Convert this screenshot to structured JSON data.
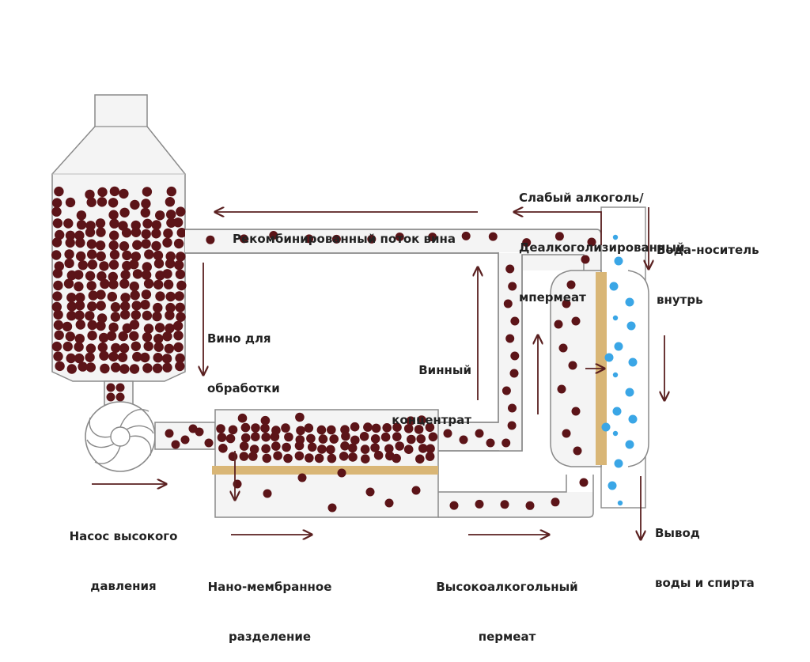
{
  "labels": {
    "recombined_flow": "Рекомбинированный поток вина",
    "weak_alcohol": [
      "Слабый алкоголь/",
      "Деалкоголизированный",
      "мпермеат"
    ],
    "carrier_water_in": [
      "Вода-носитель",
      "внутрь"
    ],
    "wine_to_process": [
      "Вино для",
      "обработки"
    ],
    "wine_concentrate": [
      "Винный",
      "концентрат"
    ],
    "pump": [
      "Насос высокого",
      "давления"
    ],
    "nano_membrane": [
      "Нано-мембранное",
      "разделение"
    ],
    "high_alcohol_permeate": [
      "Высокоалкогольный",
      "пермеат"
    ],
    "water_spirit_out": [
      "Вывод",
      "воды и спирта"
    ]
  },
  "colors": {
    "wine_drop": "#5c1418",
    "water_drop": "#3aa6e6",
    "membrane": "#d9b676",
    "pipe_outline": "#8a8a8a",
    "pipe_fill": "#f4f4f4",
    "arrow": "#5a2020",
    "text": "#222222"
  },
  "icons": [
    "pump-icon"
  ]
}
